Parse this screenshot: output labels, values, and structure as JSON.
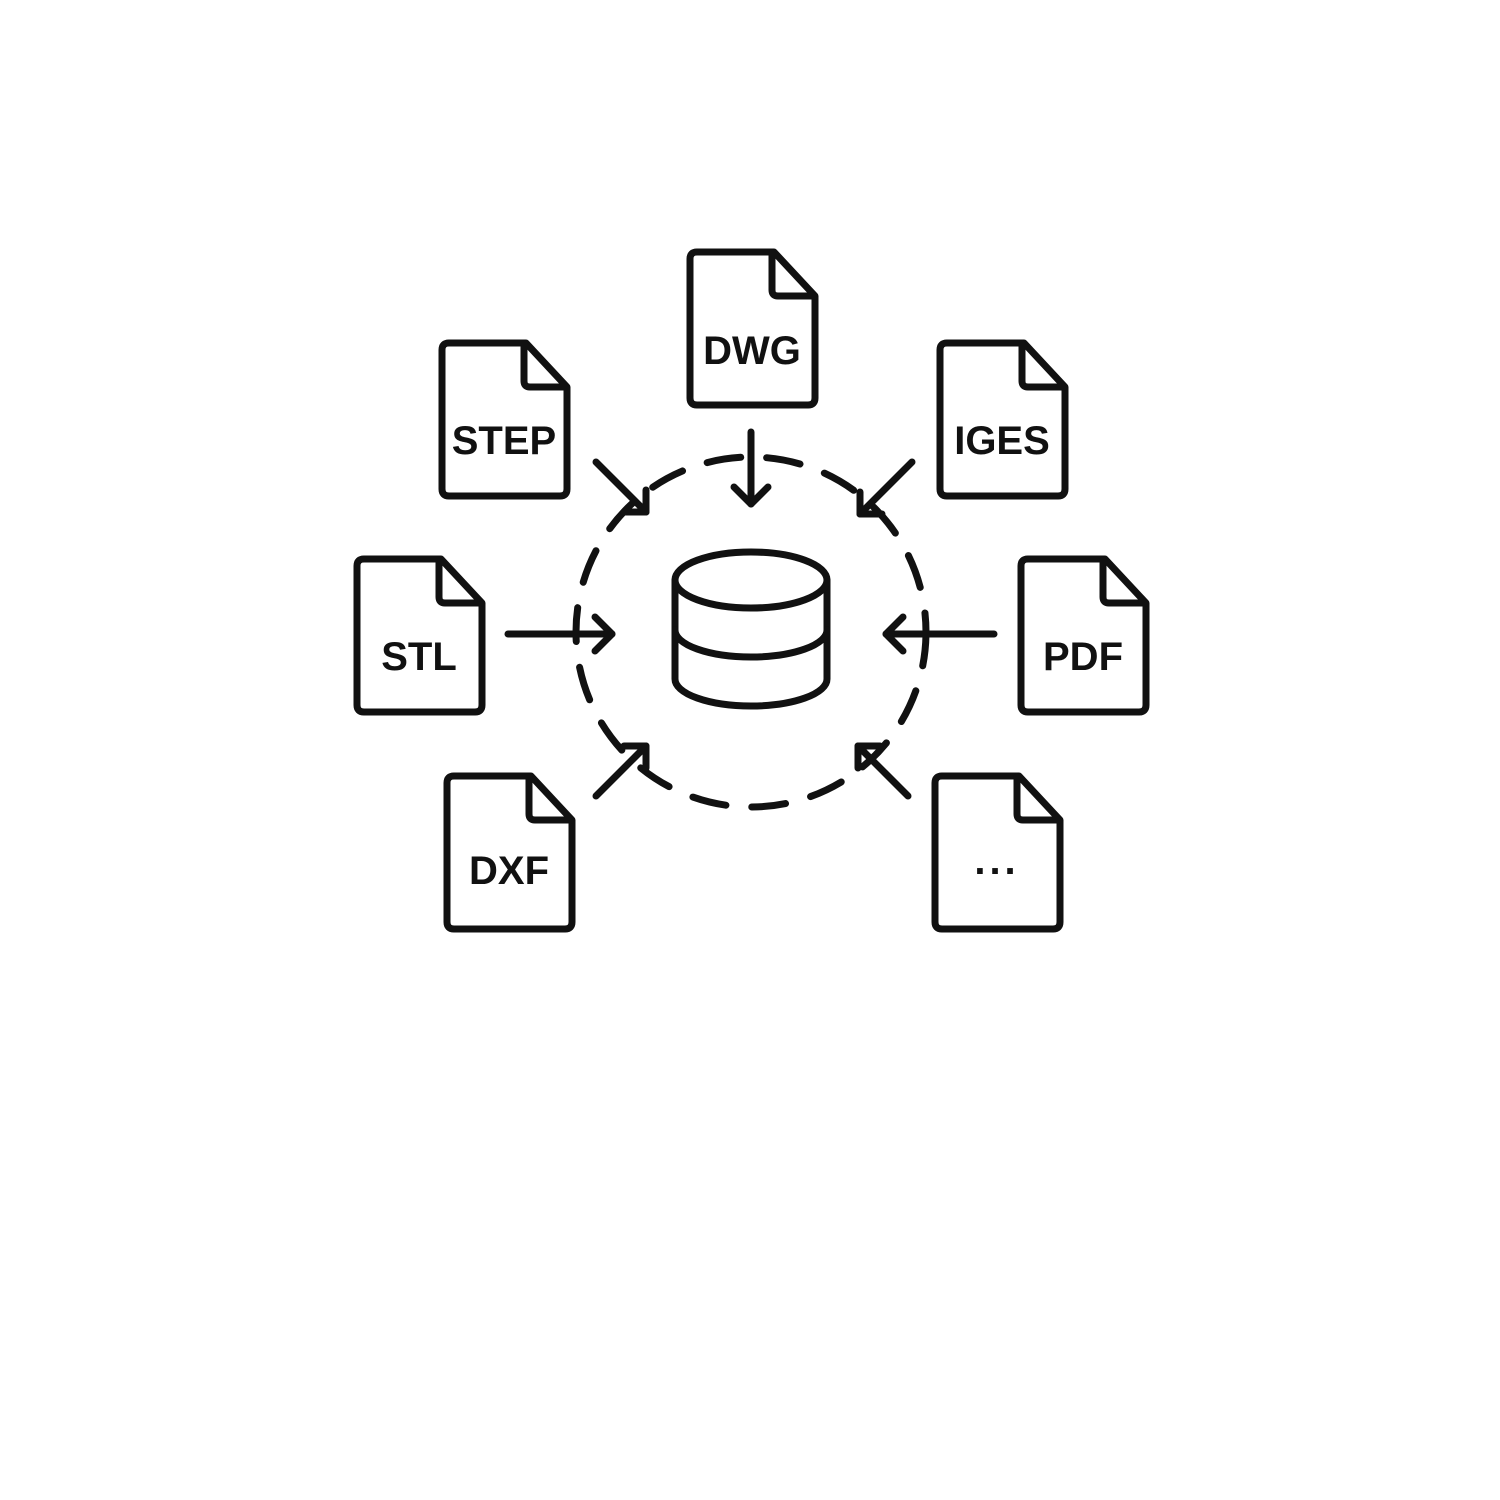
{
  "colors": {
    "background": "#ffffff",
    "stroke": "#111111"
  },
  "hub": {
    "icon": "database-icon"
  },
  "files": [
    {
      "id": "dwg",
      "label": "DWG",
      "icon": "file-icon"
    },
    {
      "id": "step",
      "label": "STEP",
      "icon": "file-icon"
    },
    {
      "id": "iges",
      "label": "IGES",
      "icon": "file-icon"
    },
    {
      "id": "stl",
      "label": "STL",
      "icon": "file-icon"
    },
    {
      "id": "pdf",
      "label": "PDF",
      "icon": "file-icon"
    },
    {
      "id": "dxf",
      "label": "DXF",
      "icon": "file-icon"
    },
    {
      "id": "more",
      "label": "...",
      "icon": "file-icon"
    }
  ]
}
